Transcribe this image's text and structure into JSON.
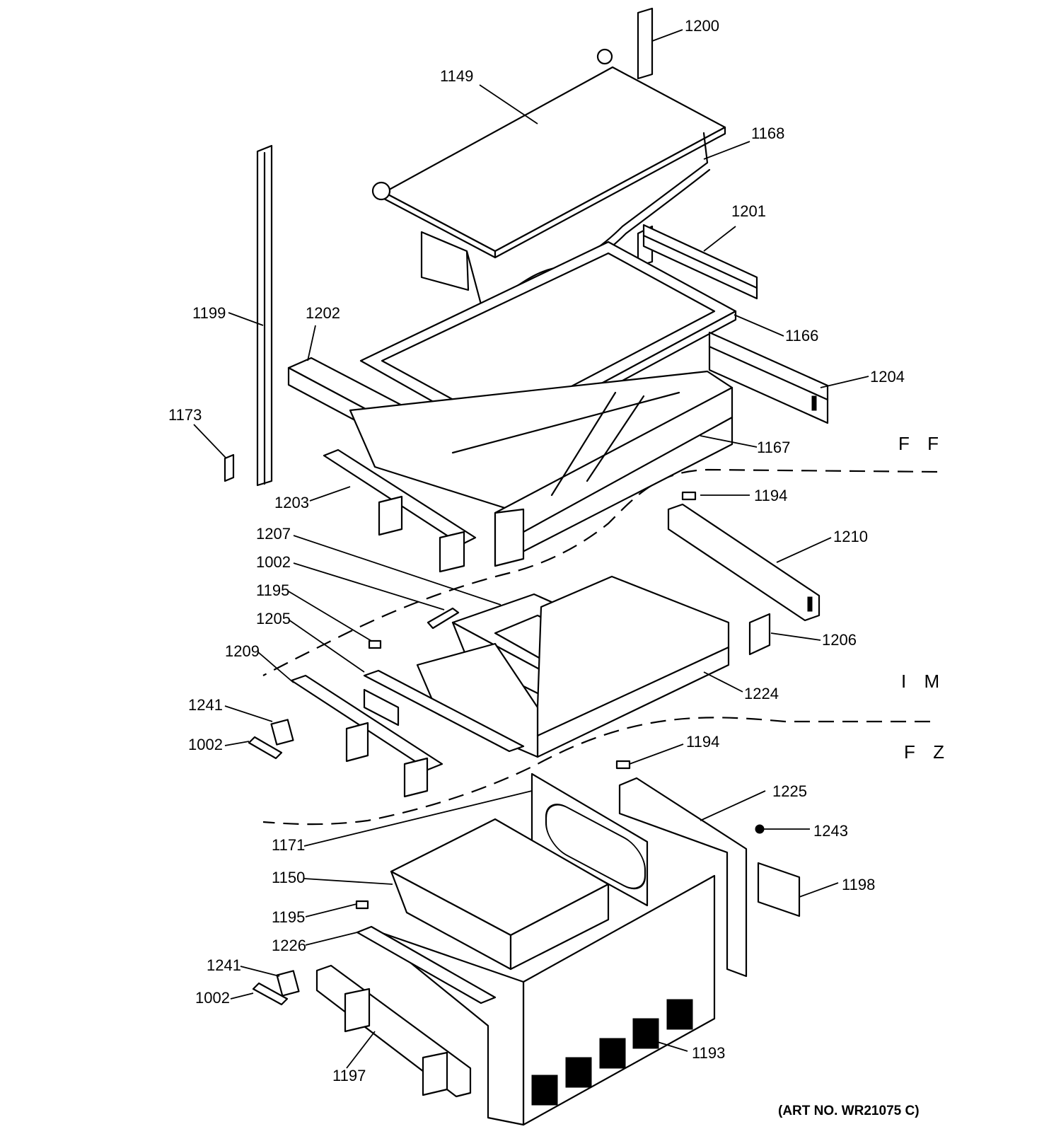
{
  "callouts": {
    "c1200": "1200",
    "c1149": "1149",
    "c1168": "1168",
    "c1201": "1201",
    "c1199": "1199",
    "c1202": "1202",
    "c1166": "1166",
    "c1204": "1204",
    "c1173": "1173",
    "c1167": "1167",
    "c1203": "1203",
    "c1194a": "1194",
    "c1207": "1207",
    "c1210": "1210",
    "c1002a": "1002",
    "c1195a": "1195",
    "c1205": "1205",
    "c1206": "1206",
    "c1209": "1209",
    "c1224": "1224",
    "c1241a": "1241",
    "c1002b": "1002",
    "c1194b": "1194",
    "c1225": "1225",
    "c1243": "1243",
    "c1171": "1171",
    "c1150": "1150",
    "c1198": "1198",
    "c1195b": "1195",
    "c1226": "1226",
    "c1241b": "1241",
    "c1002c": "1002",
    "c1197": "1197",
    "c1193": "1193"
  },
  "zones": {
    "ff": "F F",
    "im": "I M",
    "fz": "F Z"
  },
  "art_number": "(ART NO. WR21075 C)"
}
